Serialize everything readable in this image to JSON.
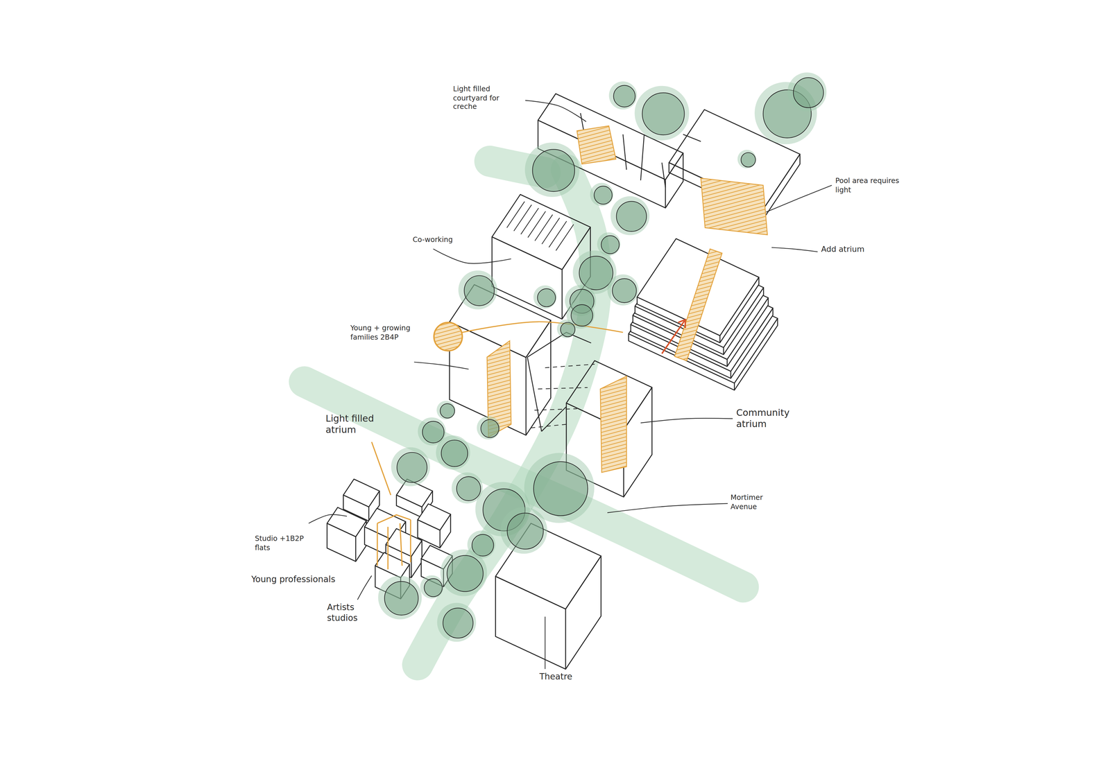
{
  "diagram": {
    "labels": [
      "Light filled courtyard for creche",
      "Pool area requires light",
      "Co-working",
      "Add atrium",
      "Young + growing families 2B4P",
      "Community atrium",
      "Light filled atrium",
      "Mortimer Avenue",
      "Studio +1B2P flats",
      "Young professionals",
      "Artists studios",
      "Theatre"
    ]
  }
}
